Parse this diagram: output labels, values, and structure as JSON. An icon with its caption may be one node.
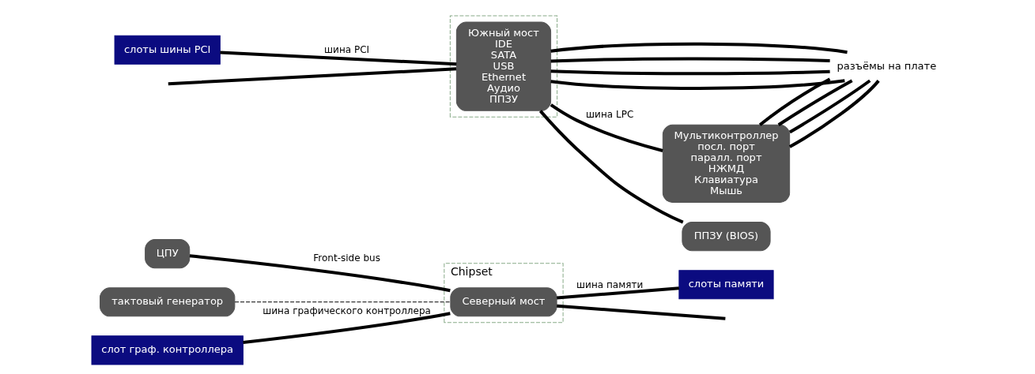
{
  "diagram": {
    "nodes": [
      {
        "text": [
          "ЦПУ"
        ]
      },
      {
        "text": [
          "тактовый генератор"
        ]
      },
      {
        "text": [
          "слот граф. контроллера"
        ]
      },
      {
        "text": [
          "Chipset"
        ]
      },
      {
        "text": [
          "Северный мост"
        ],
        "in": 3
      },
      {
        "text": [
          "слоты памяти"
        ]
      },
      {
        "text": [],
        "shape": "box"
      },
      {
        "text": [
          "Южный мост",
          "IDE",
          "SATA",
          "USB",
          "Ethernet",
          "Аудио",
          "ППЗУ"
        ],
        "in": 6
      },
      {
        "text": [
          "слоты шины PCI"
        ]
      },
      {
        "text": [
          "разъёмы на плате"
        ]
      },
      {
        "text": [
          "Мультиконтроллер",
          "посл. порт",
          "паралл. порт",
          "НЖМД",
          "Клавиатура",
          "Мышь"
        ]
      },
      {
        "text": [
          "ППЗУ (BIOS)"
        ]
      }
    ],
    "edges": [
      {
        "from": 0,
        "to": 4,
        "arrow": "none",
        "label": "Front-side bus"
      },
      {
        "from": 1,
        "to": 4,
        "arrow": "none",
        "style": "dashed"
      },
      {
        "from": 2,
        "to": 4,
        "arrow": "none",
        "label": "шина графического контроллера"
      },
      {
        "from": 4,
        "to": 5,
        "arrow": "none",
        "label": "шина памяти"
      },
      {
        "from": 4,
        "to": null,
        "arrow": "none"
      },
      {
        "from": null,
        "to": 7,
        "arrow": "none"
      },
      {
        "from": 8,
        "to": 7,
        "arrow": "none",
        "label": "шина PCI"
      },
      {
        "from": 7,
        "to": 9,
        "arrow": "none"
      },
      {
        "from": 7,
        "to": 9,
        "arrow": "none"
      },
      {
        "from": 7,
        "to": 9,
        "arrow": "none"
      },
      {
        "from": 7,
        "to": 9,
        "arrow": "none"
      },
      {
        "from": 7,
        "to": 10,
        "arrow": "none",
        "label": "шина LPC"
      },
      {
        "from": 7,
        "to": 11,
        "arrow": "none"
      },
      {
        "from": 10,
        "to": 9,
        "arrow": "none"
      },
      {
        "from": 10,
        "to": 9,
        "arrow": "none"
      },
      {
        "from": 10,
        "to": 9,
        "arrow": "none"
      },
      {
        "from": 10,
        "to": 9,
        "arrow": "none"
      }
    ]
  }
}
